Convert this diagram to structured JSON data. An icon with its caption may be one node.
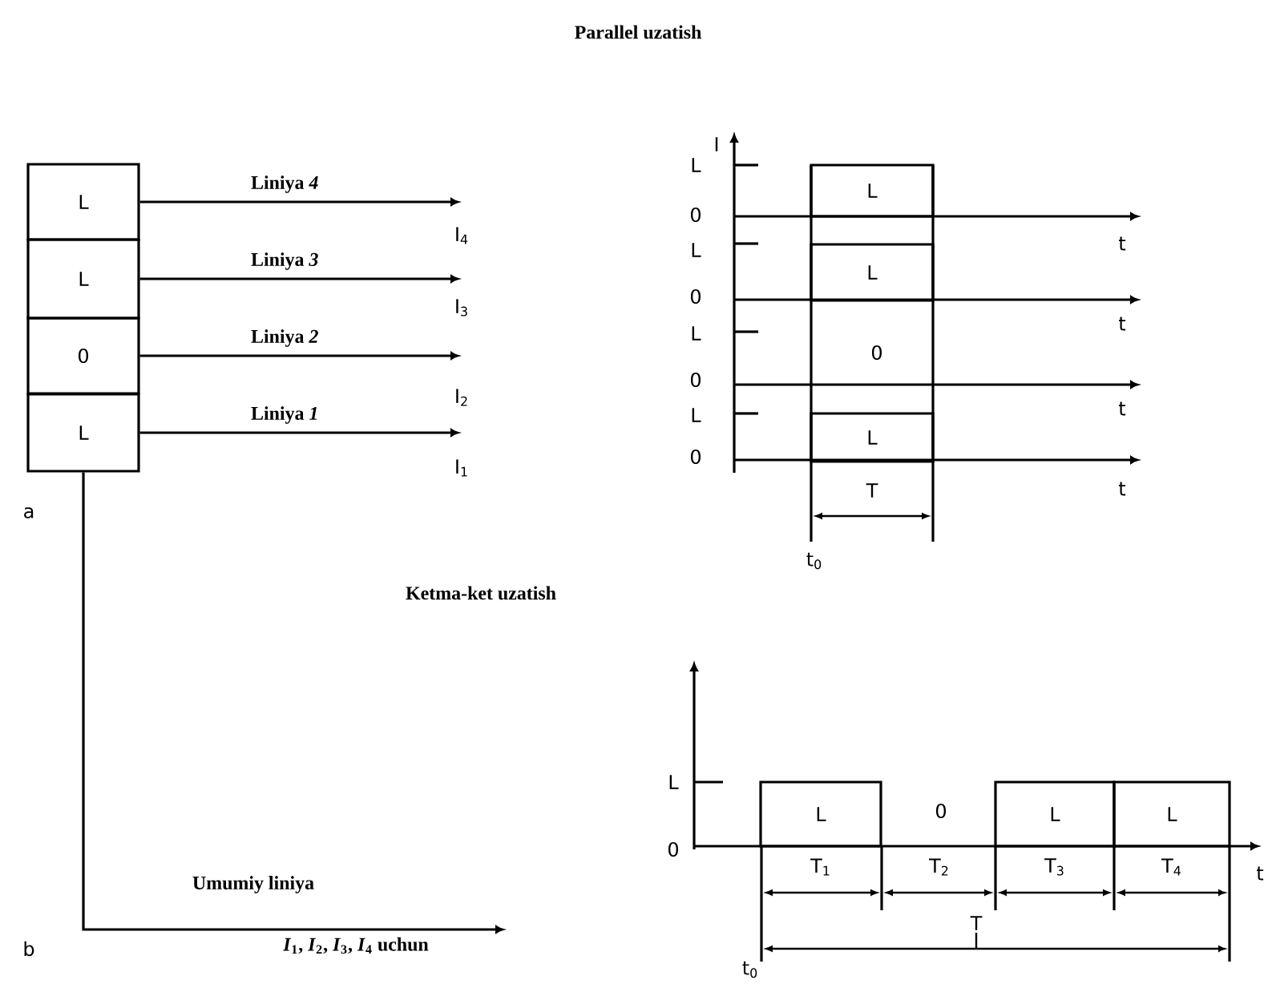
{
  "diagram": {
    "title": "Parallel uzatish",
    "nodes": [
      {
        "text": [
          "L"
        ]
      },
      {
        "text": [
          "L"
        ]
      },
      {
        "text": [
          "0"
        ]
      },
      {
        "text": [
          "L"
        ]
      },
      {
        "text": [
          "I$_{4}$"
        ]
      },
      {
        "text": [
          "I$_{3}$"
        ]
      },
      {
        "text": [
          "I$_{2}$"
        ]
      },
      {
        "text": [
          "I$_{1}$"
        ]
      },
      {
        "text": [
          "L"
        ]
      },
      {
        "text": [
          "L"
        ]
      },
      {
        "text": [
          "L"
        ]
      },
      {
        "text": [
          "L"
        ]
      },
      {
        "text": [
          "L"
        ]
      },
      {
        "text": [
          "L"
        ]
      }
    ],
    "edges": [
      {
        "from": 0,
        "to": 4,
        "arrow": "to",
        "label": "Liniya *4*"
      },
      {
        "from": 1,
        "to": 5,
        "arrow": "to",
        "label": "Liniya *3*"
      },
      {
        "from": 2,
        "to": 6,
        "arrow": "to",
        "label": "Liniya *2*"
      },
      {
        "from": 3,
        "to": 7,
        "arrow": "to",
        "label": "Liniya *1*"
      },
      {
        "from": 3,
        "to": null,
        "arrow": "to",
        "label": "Umumiy liniya"
      }
    ],
    "labels": [
      "I",
      "L",
      "0",
      "L",
      "0",
      "L",
      "0",
      "L",
      "0",
      "t",
      "t",
      "0",
      "t",
      "T",
      "t",
      "a",
      "t$_{0}$",
      "Ketma-ket uzatish",
      "L",
      "0",
      "0",
      "T$_{1}$",
      "T$_{2}$",
      "T$_{3}$",
      "T$_{4}$",
      "t",
      "T",
      "b",
      "*I*$_{1}$, *I*$_{2}$, *I*$_{3}$, *I*$_{4}$ uchun",
      "t$_{0}$"
    ]
  }
}
